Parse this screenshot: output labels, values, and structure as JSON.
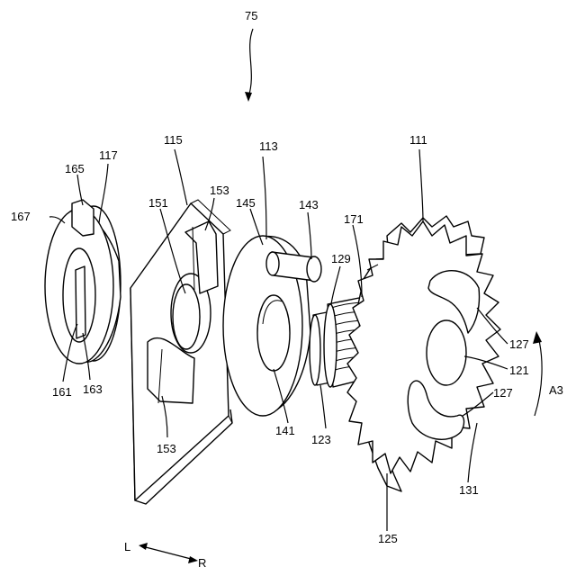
{
  "figure": {
    "assembly_label": "75",
    "direction": {
      "left": "L",
      "right": "R"
    },
    "rotation_label": "A3"
  },
  "labels": [
    {
      "id": "l75",
      "text": "75"
    },
    {
      "id": "l111",
      "text": "111"
    },
    {
      "id": "l113",
      "text": "113"
    },
    {
      "id": "l115",
      "text": "115"
    },
    {
      "id": "l117",
      "text": "117"
    },
    {
      "id": "l121",
      "text": "121"
    },
    {
      "id": "l123",
      "text": "123"
    },
    {
      "id": "l125",
      "text": "125"
    },
    {
      "id": "l127a",
      "text": "127"
    },
    {
      "id": "l127b",
      "text": "127"
    },
    {
      "id": "l129",
      "text": "129"
    },
    {
      "id": "l131",
      "text": "131"
    },
    {
      "id": "l141",
      "text": "141"
    },
    {
      "id": "l143",
      "text": "143"
    },
    {
      "id": "l145",
      "text": "145"
    },
    {
      "id": "l151",
      "text": "151"
    },
    {
      "id": "l153a",
      "text": "153"
    },
    {
      "id": "l153b",
      "text": "153"
    },
    {
      "id": "l161",
      "text": "161"
    },
    {
      "id": "l163",
      "text": "163"
    },
    {
      "id": "l165",
      "text": "165"
    },
    {
      "id": "l167",
      "text": "167"
    },
    {
      "id": "l171",
      "text": "171"
    }
  ]
}
